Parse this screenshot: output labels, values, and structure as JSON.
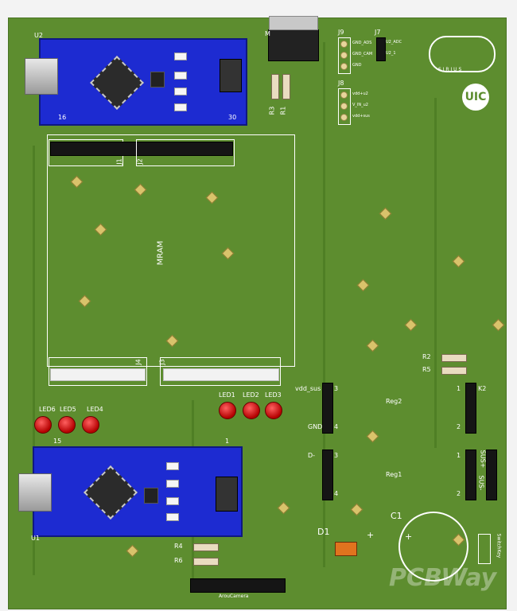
{
  "labels": {
    "u2": "U2",
    "u1": "U1",
    "u2_pin16": "16",
    "u2_pin30": "30",
    "u1_pin15": "15",
    "u1_pin1": "1",
    "j1": "J1",
    "j2": "J2",
    "j3": "J3",
    "j4": "J4",
    "mram": "MRAM",
    "j9": "J9",
    "j8": "J8",
    "j7": "J7",
    "j9_p1": "GND_ADS",
    "j9_p2": "GND_CAM",
    "j9_p3": "GND",
    "j8_p1": "vdd+u2",
    "j8_p2": "V_IN_u2",
    "j8_p3": "vdd+sus",
    "j7_p1": "U2_ADC",
    "j7_p2": "U2_1",
    "r3": "R3",
    "r1": "R1",
    "r2": "R2",
    "r5": "R5",
    "r4": "R4",
    "r6": "R6",
    "led6": "LED6",
    "led5": "LED5",
    "led4": "LED4",
    "led1": "LED1",
    "led2": "LED2",
    "led3": "LED3",
    "vdd_sus": "vdd_sus",
    "gnd": "GND",
    "d_minus": "D-",
    "reg2": "Reg2",
    "reg1": "Reg1",
    "k2": "K2",
    "sus_plus": "SUS+",
    "sus_minus": "SUS-",
    "d1": "D1",
    "c1": "C1",
    "plus_d1": "+",
    "plus_c1": "+",
    "switch_key": "SwitchKey",
    "aroucamera": "ArouCamera",
    "n3": "3",
    "n4": "4",
    "n3b": "3",
    "n4b": "4",
    "k1": "1",
    "k2n": "2",
    "k1b": "1",
    "k2b": "2",
    "sirius": "S I R I U S",
    "uic": "UIC",
    "watermark": "PCBWay"
  },
  "colors": {
    "board": "#5d8d2f",
    "silk": "#ffffff",
    "nano": "#1d2bd1",
    "pad": "#d9c36b",
    "led": "#c00000"
  }
}
